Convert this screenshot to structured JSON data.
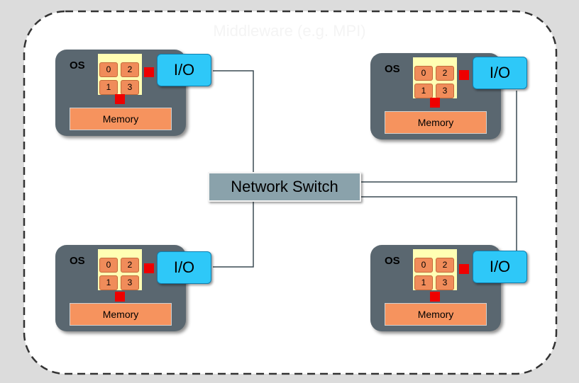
{
  "middleware_label": "Middleware (e.g. MPI)",
  "switch_label": "Network Switch",
  "nodes": [
    {
      "os_label": "OS",
      "cores": [
        "0",
        "2",
        "1",
        "3"
      ],
      "memory_label": "Memory",
      "io_label": "I/O"
    },
    {
      "os_label": "OS",
      "cores": [
        "0",
        "2",
        "1",
        "3"
      ],
      "memory_label": "Memory",
      "io_label": "I/O"
    },
    {
      "os_label": "OS",
      "cores": [
        "0",
        "2",
        "1",
        "3"
      ],
      "memory_label": "Memory",
      "io_label": "I/O"
    },
    {
      "os_label": "OS",
      "cores": [
        "0",
        "2",
        "1",
        "3"
      ],
      "memory_label": "Memory",
      "io_label": "I/O"
    }
  ],
  "colors": {
    "background": "#dcdcdc",
    "node": "#5a6770",
    "cpu_block": "#ffffb4",
    "core": "#f08c5a",
    "memory": "#f6935e",
    "io": "#2ec8f8",
    "switch": "#8aa2ab",
    "connector": "#ee0000"
  }
}
